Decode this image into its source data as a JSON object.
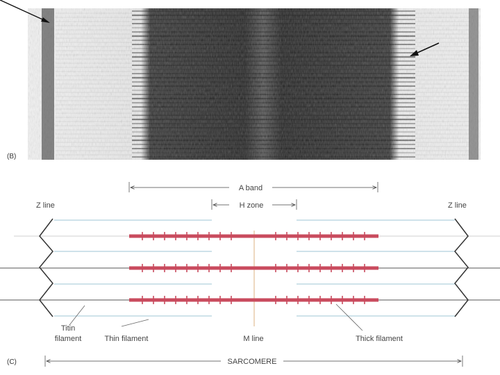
{
  "panels": {
    "micrograph_label": "(B)",
    "diagram_label": "(C)"
  },
  "labels": {
    "a_band": "A band",
    "h_zone": "H zone",
    "z_line_left": "Z line",
    "z_line_right": "Z line",
    "titin_line1": "Titin",
    "titin_line2": "filament",
    "thin_filament": "Thin filament",
    "m_line": "M line",
    "thick_filament": "Thick filament",
    "sarcomere": "SARCOMERE"
  },
  "colors": {
    "thick_filament": "#c94b5e",
    "thin_filament": "#9cc4d6",
    "titin_filament": "#444444",
    "m_line": "#e7c8a6",
    "z_line": "#333333",
    "micrograph_dark": "#1a1a1a",
    "page_background": "#ffffff"
  }
}
